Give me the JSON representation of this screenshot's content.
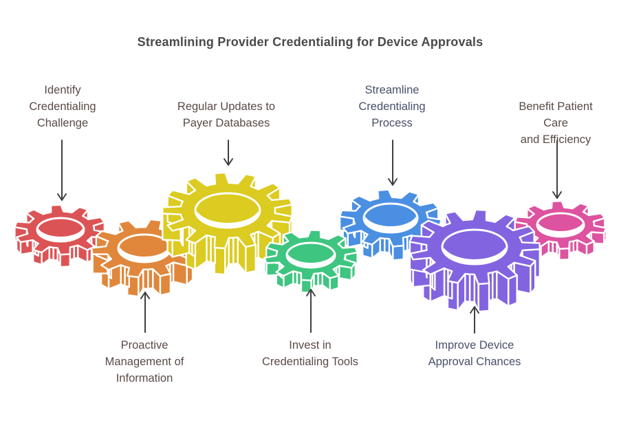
{
  "title": {
    "text": "Streamlining Provider Credentialing for Device Approvals",
    "color": "#4a4a4a"
  },
  "labels": [
    {
      "text": "Identify\nCredentialing\nChallenge",
      "color": "#5a4a45",
      "position": "top"
    },
    {
      "text": "Regular Updates to\nPayer Databases",
      "color": "#5a4a45",
      "position": "top"
    },
    {
      "text": "Streamline\nCredentialing\nProcess",
      "color": "#47506a",
      "position": "top"
    },
    {
      "text": "Benefit Patient Care\nand Efficiency",
      "color": "#5a4a45",
      "position": "top"
    },
    {
      "text": "Proactive\nManagement of\nInformation",
      "color": "#5a4a45",
      "position": "bottom"
    },
    {
      "text": "Invest in\nCredentialing Tools",
      "color": "#5a4a45",
      "position": "bottom"
    },
    {
      "text": "Improve Device\nApproval Chances",
      "color": "#47506a",
      "position": "bottom"
    }
  ],
  "gears": [
    {
      "id": "red",
      "color": "#dc5356"
    },
    {
      "id": "orange",
      "color": "#e0873c"
    },
    {
      "id": "yellow",
      "color": "#dccb20"
    },
    {
      "id": "green",
      "color": "#3ec57f"
    },
    {
      "id": "blue",
      "color": "#4a8fe2"
    },
    {
      "id": "purple",
      "color": "#8264e0"
    },
    {
      "id": "pink",
      "color": "#dd53a0"
    }
  ],
  "arrow_color": "#3f3f3f",
  "outline_color": "#ffffff",
  "background_color": "#ffffff"
}
